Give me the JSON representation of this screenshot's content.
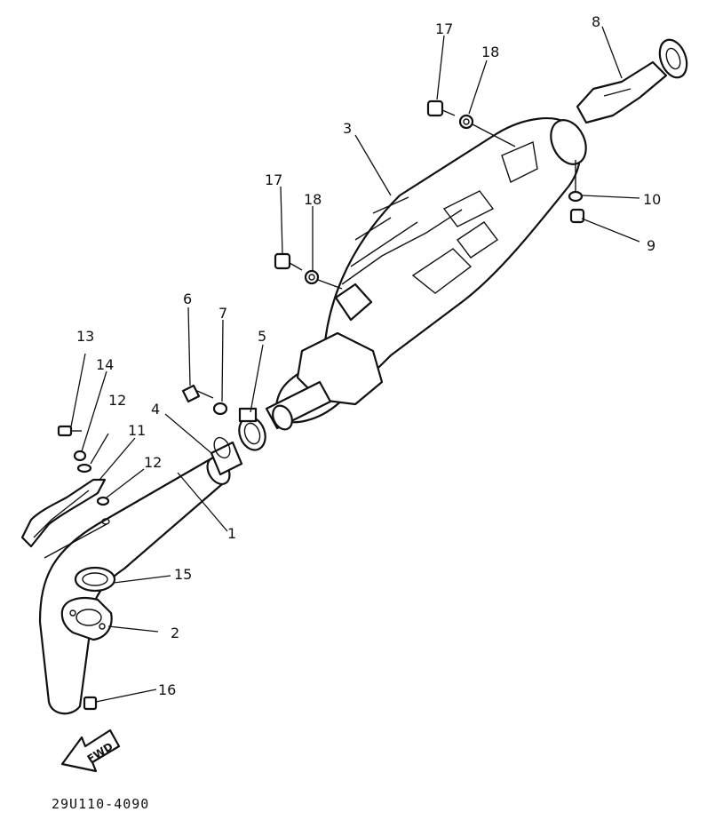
{
  "callouts": {
    "n1": "1",
    "n2": "2",
    "n3": "3",
    "n4": "4",
    "n5": "5",
    "n6": "6",
    "n7": "7",
    "n8": "8",
    "n9": "9",
    "n10": "10",
    "n11": "11",
    "n12a": "12",
    "n12b": "12",
    "n13": "13",
    "n14": "14",
    "n15": "15",
    "n16": "16",
    "n17a": "17",
    "n17b": "17",
    "n18a": "18",
    "n18b": "18"
  },
  "fwd_label": "FWD",
  "drawing_code": "29U110-4090"
}
